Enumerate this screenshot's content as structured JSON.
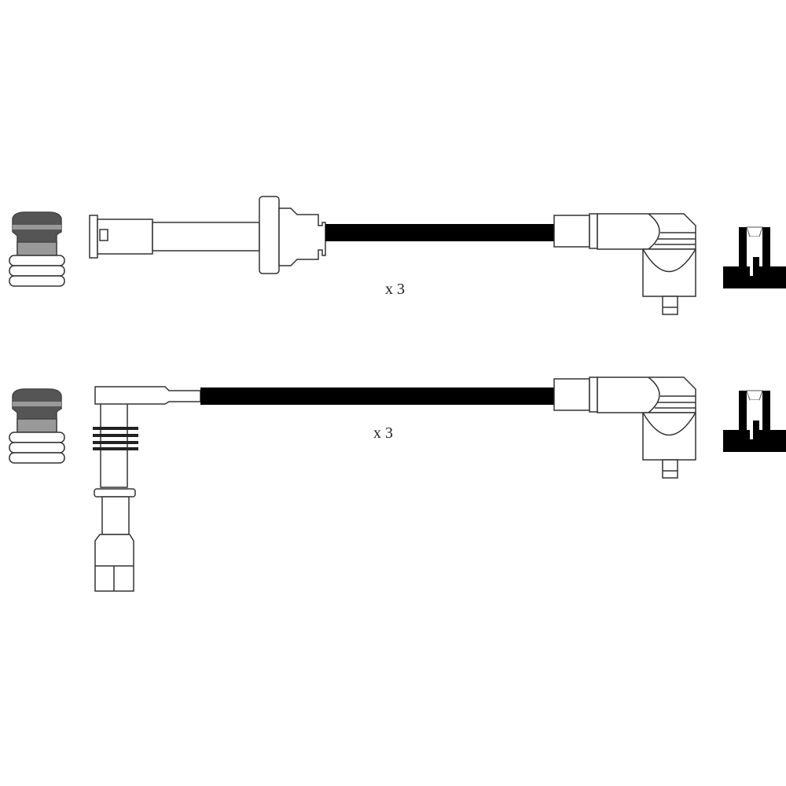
{
  "diagram": {
    "rows": [
      {
        "name": "lead-set-straight",
        "quantity_label": "x 3"
      },
      {
        "name": "lead-set-angled",
        "quantity_label": "x 3"
      }
    ],
    "colors": {
      "cable": "#000000",
      "outline": "#333333",
      "plug_dark": "#555555",
      "plug_mid": "#999999"
    }
  }
}
